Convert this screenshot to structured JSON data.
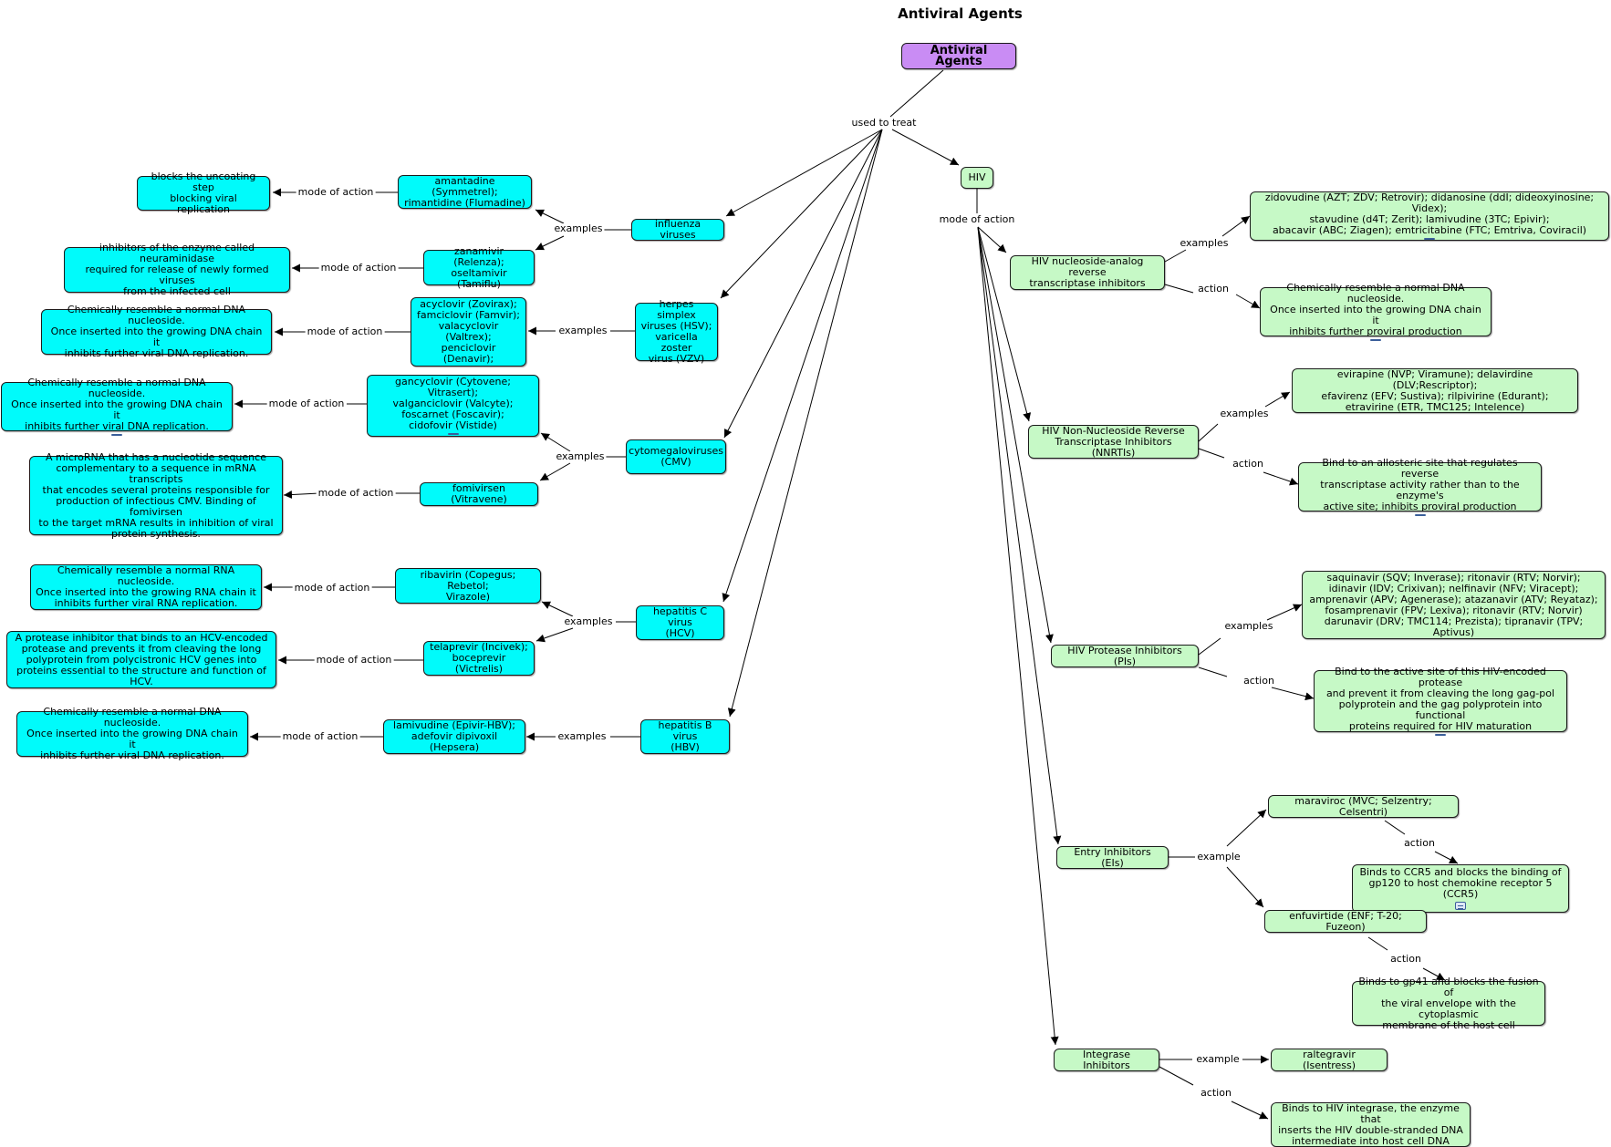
{
  "title": "Antiviral Agents",
  "colors": {
    "root": "#c98cf4",
    "viral_node": "#00fbfb",
    "hiv_node": "#c6f9c6",
    "link": "#000000"
  },
  "resource_icon": "document-icon",
  "nodes": {
    "root": "Antiviral Agents",
    "influenza": "influenza viruses",
    "amantadine": "amantadine (Symmetrel);\nrimantidine (Flumadine)",
    "uncoating": "blocks the uncoating step\nblocking viral replication",
    "zanamivir": "zanamivir (Relenza);\noseltamivir (Tamiflu)",
    "neuraminidase": "inhibitors of the enzyme called neuraminidase\nrequired for release of newly formed viruses\nfrom the infected cell",
    "herpes": "herpes simplex\nviruses (HSV);\nvaricella zoster\nvirus (VZV)",
    "acyclovir": "acyclovir (Zovirax);\nfamciclovir (Famvir);\nvalacyclovir (Valtrex);\npenciclovir (Denavir);",
    "herpes_moa": "Chemically resemble a normal DNA nucleoside.\nOnce inserted into the growing DNA chain it\ninhibits further viral DNA replication.",
    "cmv": "cytomegaloviruses\n(CMV)",
    "gancyclovir": "gancyclovir (Cytovene; Vitrasert);\nvalganciclovir (Valcyte);\nfoscarnet (Foscavir);\ncidofovir (Vistide)",
    "gancyclovir_moa": "Chemically resemble a normal DNA nucleoside.\nOnce inserted into the growing DNA chain it\ninhibits further viral DNA replication.",
    "fomivirsen": "fomivirsen (Vitravene)",
    "fomivirsen_moa": "A microRNA that has a nucleotide sequence\ncomplementary to a sequence in mRNA transcripts\nthat encodes several proteins responsible for\nproduction of infectious CMV. Binding of fomivirsen\nto the target mRNA results in inhibition of viral\nprotein synthesis.",
    "hcv": "hepatitis C virus\n(HCV)",
    "ribavirin": "ribavirin (Copegus; Rebetol;\nVirazole)",
    "ribavirin_moa": "Chemically resemble a normal RNA nucleoside.\nOnce inserted into the growing RNA chain it\ninhibits further viral RNA replication.",
    "telaprevir": "telaprevir (Incivek);\nboceprevir (Victrelis)",
    "telaprevir_moa": "A protease inhibitor that binds to an HCV-encoded\nprotease and prevents it from cleaving the long\npolyprotein from polycistronic HCV genes into\nproteins essential to the structure and function of HCV.",
    "hbv": "hepatitis B virus\n(HBV)",
    "lamivudine": "lamivudine (Epivir-HBV);\nadefovir dipivoxil (Hepsera)",
    "lamivudine_moa": "Chemically resemble a normal DNA nucleoside.\nOnce inserted into the growing DNA chain it\ninhibits further viral DNA replication.",
    "hiv": "HIV",
    "nrti": "HIV nucleoside-analog reverse\ntranscriptase inhibitors",
    "nrti_ex": "zidovudine (AZT; ZDV; Retrovir); didanosine (ddI; dideoxyinosine; Videx);\nstavudine (d4T; Zerit); lamivudine (3TC; Epivir);\nabacavir (ABC; Ziagen); emtricitabine (FTC; Emtriva, Coviracil)",
    "nrti_act": "Chemically resemble a normal DNA nucleoside.\nOnce inserted into the growing DNA chain it\ninhibits further proviral production",
    "nnrti": "HIV Non-Nucleoside Reverse\nTranscriptase Inhibitors (NNRTIs)",
    "nnrti_ex": "evirapine (NVP; Viramune); delavirdine (DLV;Rescriptor);\nefavirenz (EFV; Sustiva); rilpivirine (Edurant);\netravirine (ETR, TMC125; Intelence)",
    "nnrti_act": "Bind to an allosteric site that regulates reverse\ntranscriptase activity rather than to the enzyme's\nactive site; inhibits proviral production",
    "pi": "HIV Protease Inhibitors (PIs)",
    "pi_ex": "saquinavir (SQV; Inverase); ritonavir (RTV; Norvir);\nidinavir (IDV; Crixivan); nelfinavir (NFV; Viracept);\namprenavir (APV; Agenerase); atazanavir (ATV; Reyataz);\nfosamprenavir (FPV; Lexiva); ritonavir (RTV; Norvir)\ndarunavir (DRV; TMC114; Prezista); tipranavir (TPV; Aptivus)",
    "pi_act": "Bind to the active site of this HIV-encoded protease\nand prevent it from cleaving the long gag-pol\npolyprotein and the gag polyprotein into functional\nproteins required for HIV maturation",
    "ei": "Entry Inhibitors (EIs)",
    "maraviroc": "maraviroc (MVC; Selzentry; Celsentri)",
    "maraviroc_act": "Binds to CCR5 and blocks the binding of\ngp120 to host chemokine receptor 5 (CCR5)",
    "enfuvirtide": "enfuvirtide (ENF; T-20; Fuzeon)",
    "enfuvirtide_act": "Binds to gp41 and blocks the fusion of\nthe viral envelope with the cytoplasmic\nmembrane of the host cell",
    "ii": "Integrase Inhibitors",
    "raltegravir": "raltegravir (Isentress)",
    "ii_act": "Binds to HIV integrase, the enzyme that\ninserts the HIV double-stranded DNA\nintermediate into host cell DNA"
  },
  "link_labels": {
    "used_to_treat": "used to treat",
    "flu_examples": "examples",
    "amantadine_moa": "mode of action",
    "zanamivir_moa": "mode of action",
    "herpes_examples": "examples",
    "acyclovir_moa": "mode of action",
    "cmv_examples": "examples",
    "gancyclovir_moa": "mode of action",
    "fomivirsen_moa": "mode of action",
    "hcv_examples": "examples",
    "ribavirin_moa": "mode of action",
    "telaprevir_moa": "mode of action",
    "hbv_examples": "examples",
    "lamivudine_moa": "mode of action",
    "hiv_moa": "mode of action",
    "nrti_examples": "examples",
    "nrti_action": "action",
    "nnrti_examples": "examples",
    "nnrti_action": "action",
    "pi_examples": "examples",
    "pi_action": "action",
    "ei_example": "example",
    "maraviroc_action": "action",
    "enfuvirtide_action": "action",
    "ii_example": "example",
    "ii_action": "action"
  }
}
